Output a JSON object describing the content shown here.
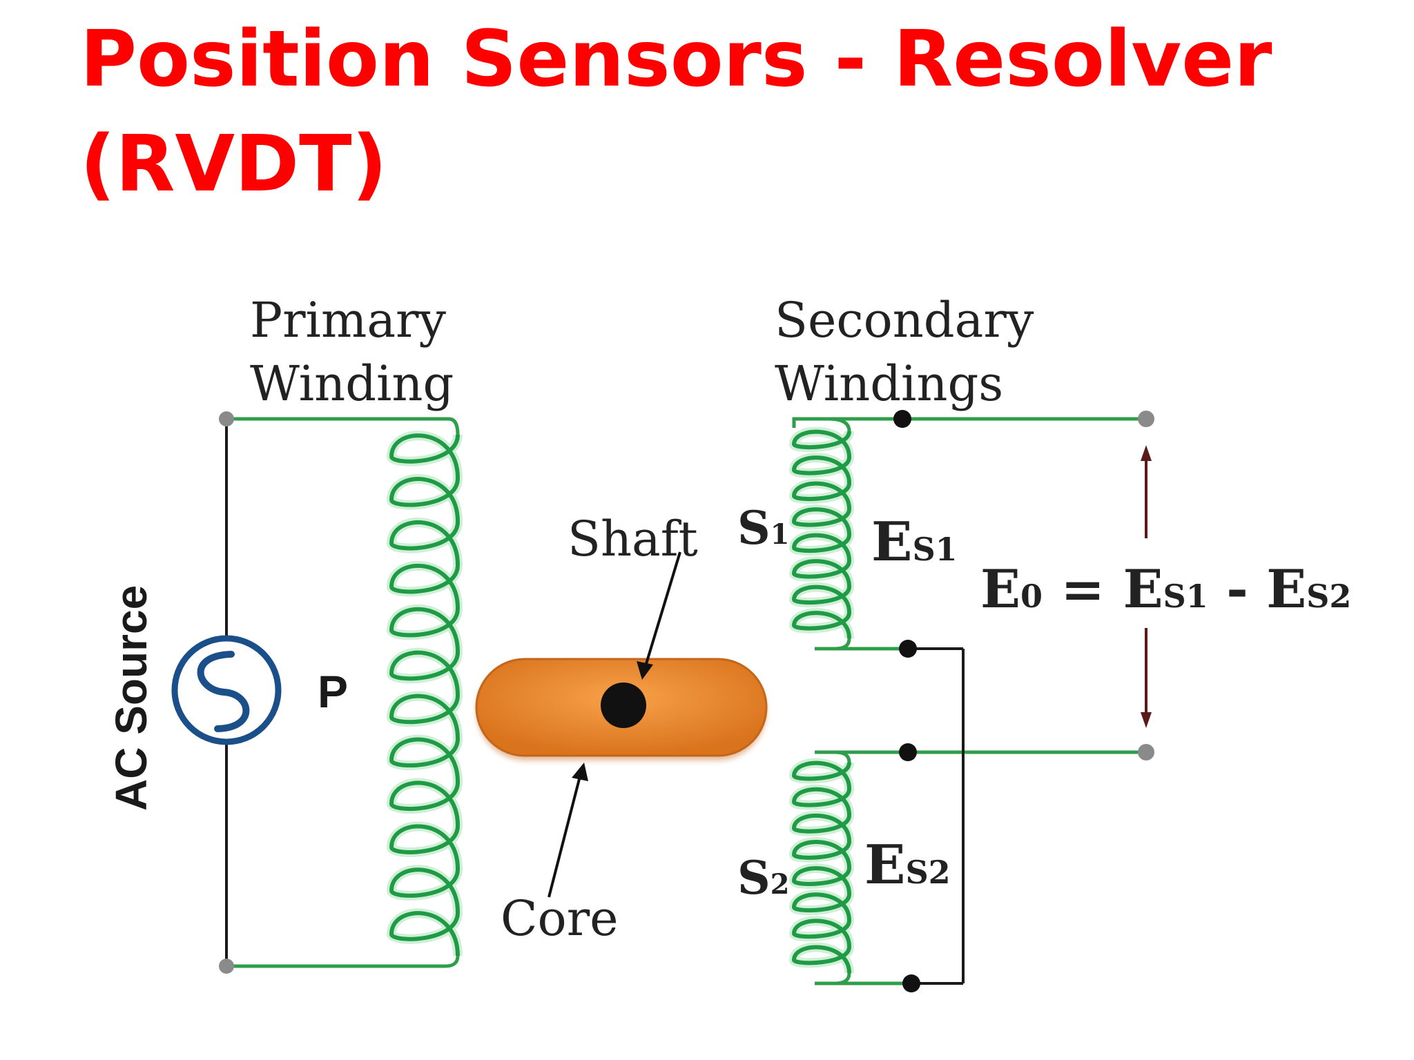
{
  "slide": {
    "title_line1": "Position Sensors - Resolver",
    "title_line2": "(RVDT)"
  },
  "diagram": {
    "primary_winding_label_1": "Primary",
    "primary_winding_label_2": "Winding",
    "secondary_windings_label_1": "Secondary",
    "secondary_windings_label_2": "Windings",
    "ac_source_label": "AC Source",
    "primary_symbol": "P",
    "shaft_label": "Shaft",
    "core_label": "Core",
    "s1_label": "S",
    "s1_sub": "1",
    "s2_label": "S",
    "s2_sub": "2",
    "es1_label": "E",
    "es1_sub": "S1",
    "es2_label": "E",
    "es2_sub": "S2",
    "equation": {
      "e0": "E",
      "e0_sub": "0",
      "eq": " = ",
      "es1": "E",
      "es1_sub": "S1",
      "minus": " - ",
      "es2": "E",
      "es2_sub": "S2"
    },
    "colors": {
      "wire": "#2f9e4a",
      "coil": "#1f9a45",
      "core": "#e8892b",
      "source_ring": "#1b4f8a",
      "title": "#ff0000"
    }
  }
}
